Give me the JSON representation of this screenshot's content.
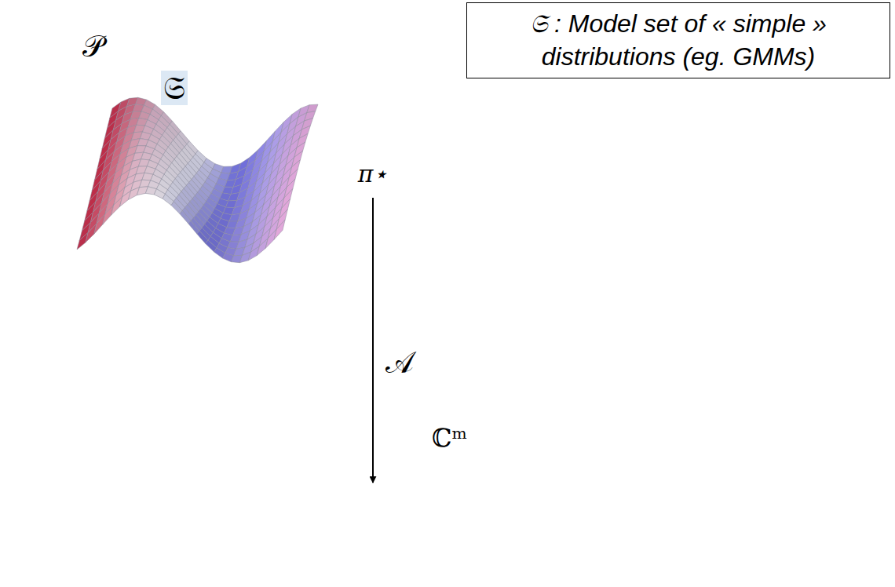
{
  "diagram": {
    "nodes": [
      {
        "text": [
          "𝒫"
        ]
      },
      {
        "text": [
          "π⋆"
        ],
        "in": 0
      },
      {
        "text": [
          "𝔖 : Model set of « simple » distributions (eg. GMMs)"
        ]
      },
      {
        "text": [
          "ℂᵐ"
        ]
      }
    ],
    "edges": [
      {
        "from": 1,
        "to": 3,
        "arrow": "to",
        "label": "𝒜"
      }
    ],
    "labels": [
      "𝔖"
    ]
  }
}
